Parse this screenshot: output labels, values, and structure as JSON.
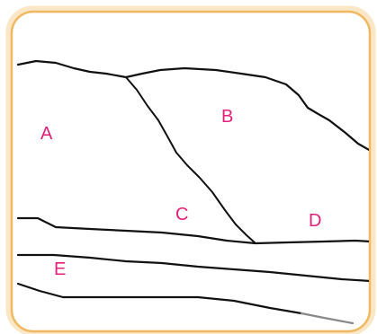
{
  "diagram": {
    "frame_color": "#f0b860",
    "line_color": "#111111",
    "label_color": "#e0207a",
    "labels": {
      "a": "A",
      "b": "B",
      "c": "C",
      "d": "D",
      "e": "E"
    }
  }
}
